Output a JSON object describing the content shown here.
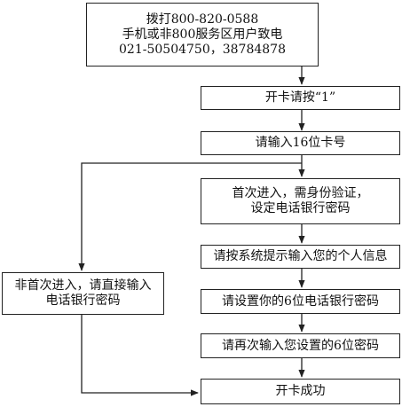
{
  "steps": {
    "start_lines": [
      "拨打800-820-0588",
      "手机或非800服务区用户致电",
      "021-50504750，38784878"
    ],
    "press_one": "开卡请按“1”",
    "enter_card": "请输入16位卡号",
    "first_time_lines": [
      "首次进入，需身份验证，",
      "设定电话银行密码"
    ],
    "personal_info": "请按系统提示输入您的个人信息",
    "set_password": "请设置你的6位电话银行密码",
    "confirm_password": "请再次输入您设置的6位密码",
    "success": "开卡成功",
    "not_first_lines": [
      "非首次进入，请直接输入",
      "电话银行密码"
    ]
  }
}
